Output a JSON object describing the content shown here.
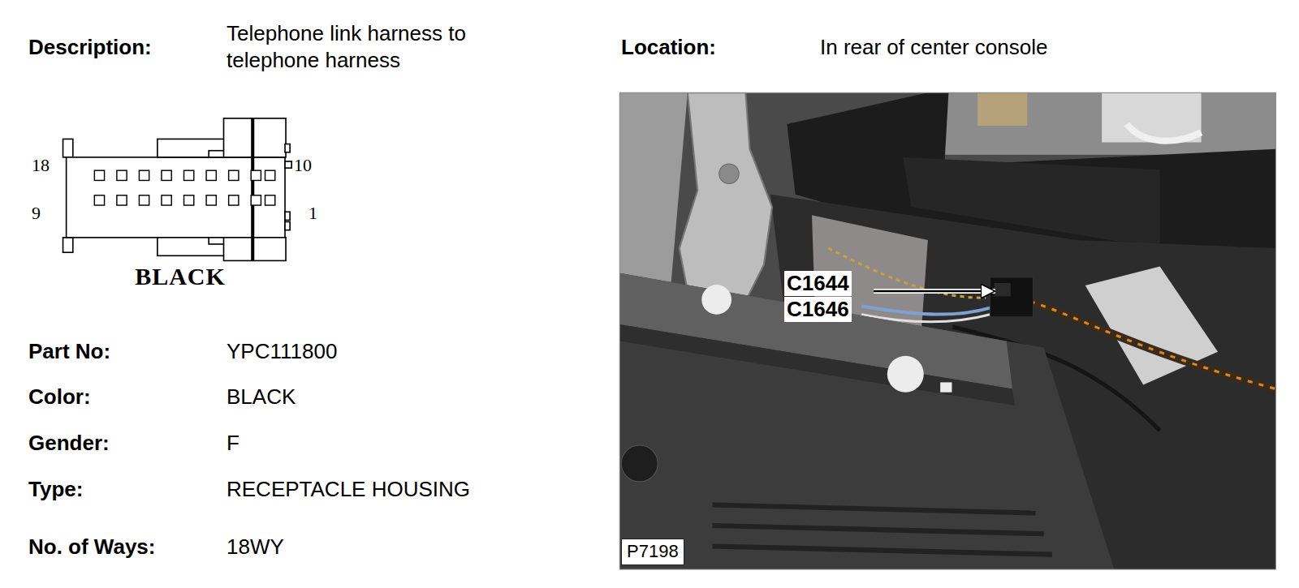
{
  "diagram": {
    "nodes": [
      {
        "text": [
          "P7198"
        ]
      }
    ],
    "labels": [
      "Description:",
      "Telephone link harness to telephone harness",
      "Location:",
      "In rear of center console",
      "18",
      "10",
      "9",
      "1",
      "BLACK",
      "Part No:",
      "YPC111800",
      "Color:",
      "BLACK",
      "Gender:",
      "F",
      "Type:",
      "RECEPTACLE HOUSING",
      "No. of Ways:",
      "18WY",
      "C1644",
      "C1646"
    ]
  }
}
